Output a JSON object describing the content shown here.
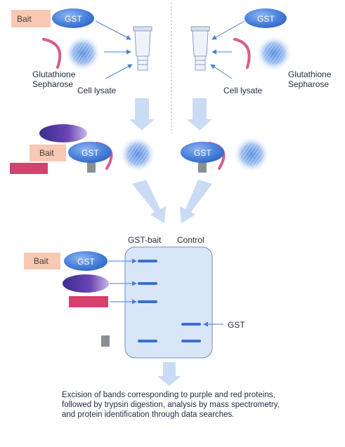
{
  "labels": {
    "bait": "Bait",
    "gst": "GST",
    "glutathione_line1": "Glutathione",
    "glutathione_line2": "Sepharose",
    "cell_lysate": "Cell lysate",
    "lane_gst_bait": "GST-bait",
    "lane_control": "Control",
    "gst_band": "GST"
  },
  "caption": "Excision of bands corresponding to purple and red proteins, followed by trypsin digestion, analysis by mass spectrometry, and protein identification through data searches.",
  "colors": {
    "gst_blue": "#4a82dc",
    "bait_peach": "#f7c8b4",
    "purple": "#5b3fa8",
    "red": "#d8406e",
    "gel": "#d8e6f8",
    "arrow": "#c9dcf4",
    "connector": "#4a7fd0"
  }
}
